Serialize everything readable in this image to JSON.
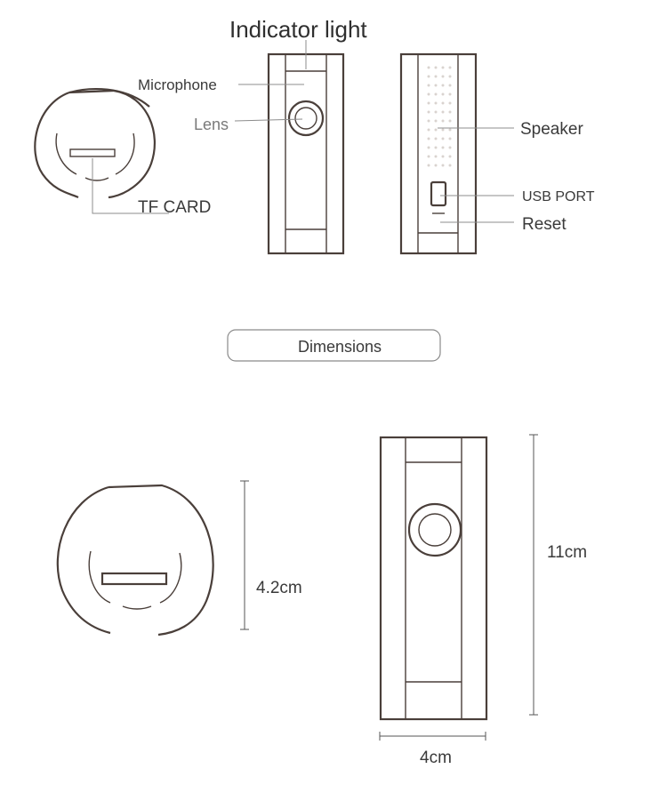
{
  "labels": {
    "indicator_light": "Indicator light",
    "microphone": "Microphone",
    "lens": "Lens",
    "tf_card": "TF CARD",
    "speaker": "Speaker",
    "usb_port": "USB PORT",
    "reset": "Reset"
  },
  "section": {
    "dimensions_label": "Dimensions"
  },
  "dimensions": {
    "diameter": "4.2cm",
    "height": "11cm",
    "width": "4cm"
  },
  "colors": {
    "outline": "#4a3f3a",
    "leader_line": "#8c8c8c",
    "text": "#3a3a3a"
  }
}
